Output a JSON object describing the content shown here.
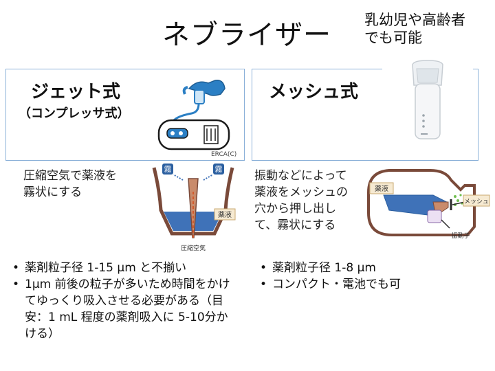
{
  "title": "ネブライザー",
  "note_lines": [
    "乳幼児や高齢者",
    "でも可能"
  ],
  "jet": {
    "title": "ジェット式",
    "subtitle": "（コンプレッサ式）",
    "image_credit": "ERCA(C)",
    "description_lines": [
      "圧縮空気で薬液を",
      "霧状にする"
    ],
    "diagram_labels": {
      "mist_left": "霧",
      "mist_right": "霧",
      "liquid": "薬液",
      "air": "圧縮空気"
    },
    "bullets": [
      "薬剤粒子径 1-15 μm と不揃い",
      "1μm 前後の粒子が多いため時間をかけてゆっくり吸入させる必要がある（目安：1 mL 程度の薬剤吸入に 5-10分かける）"
    ]
  },
  "mesh": {
    "title": "メッシュ式",
    "description_lines": [
      "振動などによって",
      "薬液をメッシュの",
      "穴から押し出し",
      "て、霧状にする"
    ],
    "diagram_labels": {
      "liquid": "薬液",
      "mesh": "メッシュ",
      "vibrator": "振動子"
    },
    "bullets": [
      "薬剤粒子径 1-8 μm",
      "コンパクト・電池でも可"
    ]
  },
  "colors": {
    "panel_border": "#8ab0d8",
    "device_blue": "#2b7fc4",
    "liquid_blue": "#3f72b8",
    "mist_green": "#6fbf4f",
    "label_bg": "#f6ead2"
  }
}
